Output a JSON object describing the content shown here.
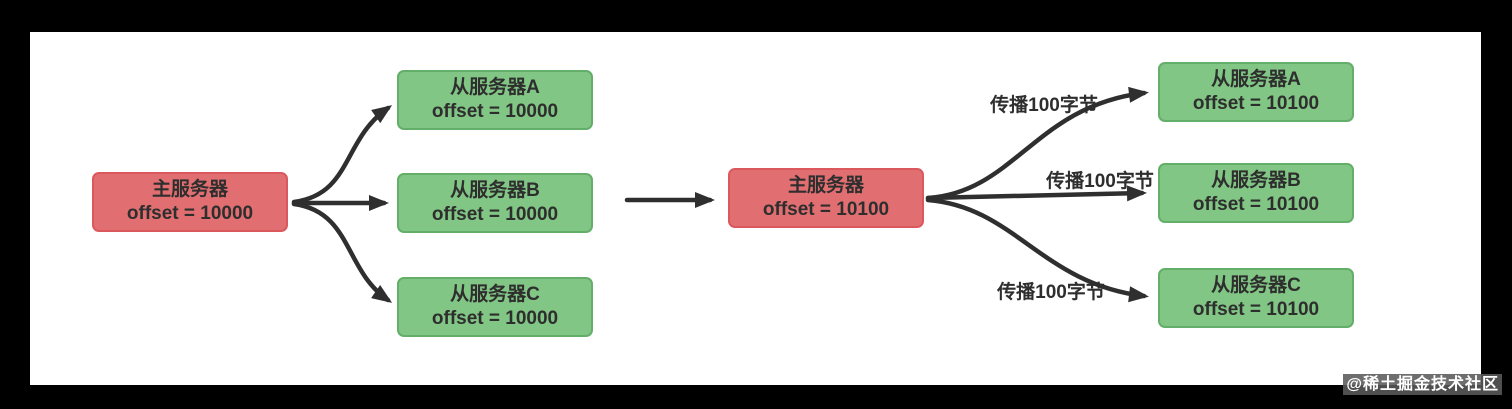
{
  "diagram": {
    "colors": {
      "master_fill": "#e16f71",
      "master_border": "#db585c",
      "slave_fill": "#81c684",
      "slave_border": "#63ae69",
      "arrow": "#2f2f2f",
      "node_text": "#2e2e2e",
      "frame": "#000000",
      "canvas": "#ffffff"
    },
    "before": {
      "master": {
        "name": "主服务器",
        "offset": "offset = 10000"
      },
      "slaves": [
        {
          "name": "从服务器A",
          "offset": "offset = 10000"
        },
        {
          "name": "从服务器B",
          "offset": "offset = 10000"
        },
        {
          "name": "从服务器C",
          "offset": "offset = 10000"
        }
      ]
    },
    "after": {
      "master": {
        "name": "主服务器",
        "offset": "offset = 10100"
      },
      "slaves": [
        {
          "name": "从服务器A",
          "offset": "offset = 10100"
        },
        {
          "name": "从服务器B",
          "offset": "offset = 10100"
        },
        {
          "name": "从服务器C",
          "offset": "offset = 10100"
        }
      ],
      "edge_labels": [
        "传播100字节",
        "传播100字节",
        "传播100字节"
      ]
    }
  },
  "watermark": "@稀土掘金技术社区"
}
